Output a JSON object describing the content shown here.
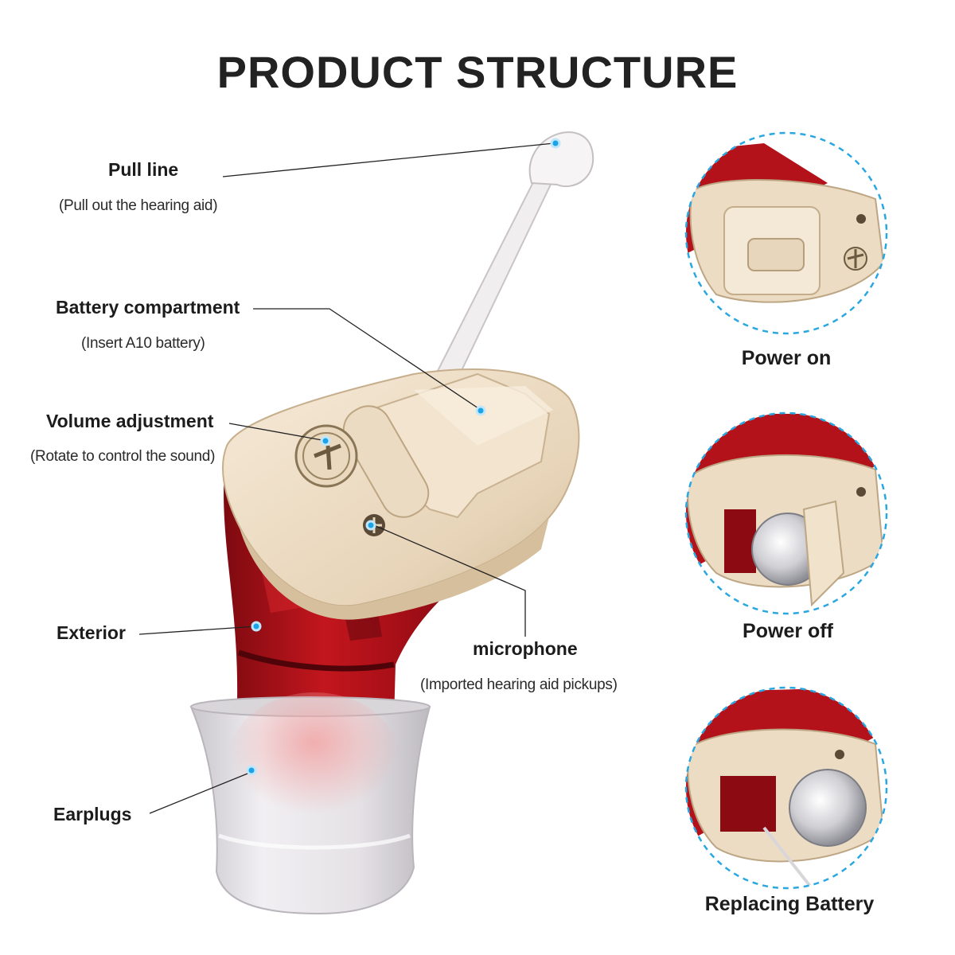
{
  "title": "PRODUCT STRUCTURE",
  "callouts": {
    "pull_line": {
      "label": "Pull line",
      "note": "(Pull out the hearing aid)"
    },
    "battery_compartment": {
      "label": "Battery compartment",
      "note": "(Insert A10 battery)"
    },
    "volume_adjustment": {
      "label": "Volume adjustment",
      "note": "(Rotate to control the sound)"
    },
    "exterior": {
      "label": "Exterior"
    },
    "microphone": {
      "label": "microphone",
      "note": "(Imported hearing aid pickups)"
    },
    "earplugs": {
      "label": "Earplugs"
    }
  },
  "detail_views": [
    {
      "caption": "Power on"
    },
    {
      "caption": "Power off"
    },
    {
      "caption": "Replacing Battery"
    }
  ],
  "colors": {
    "shell_red": "#b3121a",
    "faceplate_beige": "#ecdcc4",
    "earplug_frost": "#e6e3e6",
    "callout_dot": "#1aa3e8",
    "dashed_circle": "#2aa7e0"
  }
}
